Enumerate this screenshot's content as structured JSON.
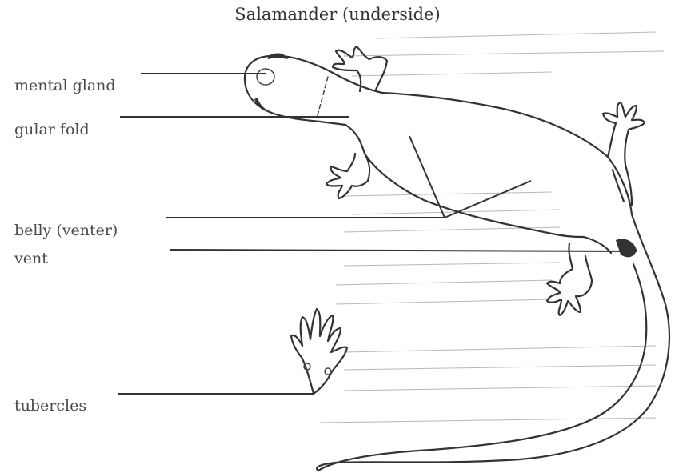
{
  "title": "Salamander (underside)",
  "labels": {
    "mental_gland": "mental gland",
    "gular_fold": "gular fold",
    "belly": "belly (venter)",
    "vent": "vent",
    "tubercles": "tubercles"
  }
}
